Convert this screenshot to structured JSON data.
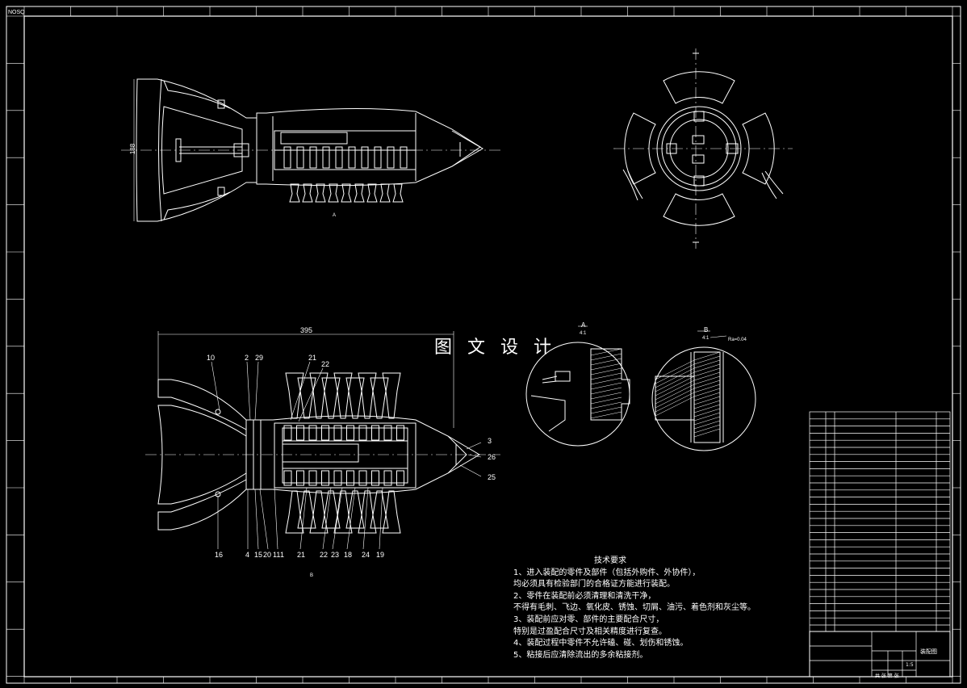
{
  "watermark": "图 文 设 计",
  "dimensions": {
    "height_dim": "188",
    "length_dim": "395",
    "view_a": "A",
    "view_a_ratio": "4:1",
    "view_b": "B",
    "view_b_ratio": "4:1",
    "view_a_section": "A",
    "view_b_section": "B",
    "roughness_note": "Ra=0.04"
  },
  "callouts": {
    "top": [
      "10",
      "2",
      "29",
      "21",
      "22"
    ],
    "right": [
      "3",
      "26",
      "25"
    ],
    "bottom": [
      "16",
      "4",
      "15",
      "20",
      "11",
      "1",
      "21",
      "22",
      "23",
      "18",
      "24",
      "19"
    ]
  },
  "tech_requirements": {
    "title": "技术要求",
    "lines": [
      "1、进入装配的零件及部件（包括外购件、外协件），",
      "均必须具有检验部门的合格证方能进行装配。",
      "2、零件在装配前必须清理和清洗干净，",
      "不得有毛刺、飞边、氧化皮、锈蚀、切屑、油污、着色剂和灰尘等。",
      "3、装配前应对零、部件的主要配合尺寸，",
      "特别是过盈配合尺寸及相关精度进行复查。",
      "4、装配过程中零件不允许磕、碰、划伤和锈蚀。",
      "5、粘接后应清除流出的多余粘接剂。"
    ]
  },
  "title_block": {
    "drawing_name": "装配图",
    "scale": "1:5",
    "sheet_label": "共 张 第 张"
  },
  "corner_tag": "NOSQ"
}
